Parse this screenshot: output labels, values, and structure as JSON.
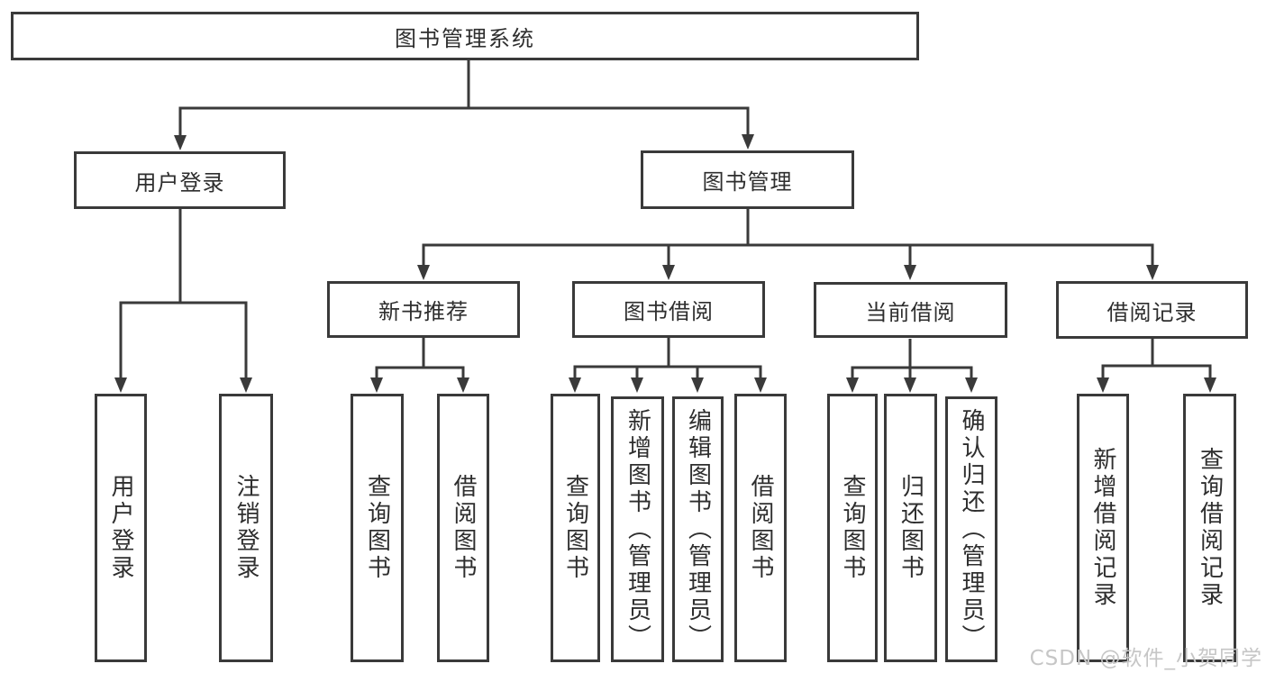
{
  "title": "图书管理系统",
  "colors": {
    "line": "#3a3a3a",
    "box_border": "#3a3a3a",
    "text": "#2e2e2e",
    "background": "#ffffff",
    "watermark": "#c6c6c6"
  },
  "nodes": {
    "root": {
      "label": "图书管理系统"
    },
    "userLogin": {
      "label": "用户登录",
      "children": {
        "login": {
          "label": "用户登录"
        },
        "logout": {
          "label": "注销登录"
        }
      }
    },
    "bookMgmt": {
      "label": "图书管理",
      "children": {
        "newBookRec": {
          "label": "新书推荐",
          "children": {
            "queryBooks": {
              "label": "查询图书"
            },
            "borrowBooks": {
              "label": "借阅图书"
            }
          }
        },
        "bookBorrow": {
          "label": "图书借阅",
          "children": {
            "queryBooks": {
              "label": "查询图书"
            },
            "addBooks": {
              "label": "新增图书（管理员）"
            },
            "editBooks": {
              "label": "编辑图书（管理员）"
            },
            "borrowBooks": {
              "label": "借阅图书"
            }
          }
        },
        "currentBorrow": {
          "label": "当前借阅",
          "children": {
            "queryBooks": {
              "label": "查询图书"
            },
            "returnBooks": {
              "label": "归还图书"
            },
            "confirmReturn": {
              "label": "确认归还（管理员）"
            }
          }
        },
        "borrowRecord": {
          "label": "借阅记录",
          "children": {
            "addRecord": {
              "label": "新增借阅记录"
            },
            "queryRecord": {
              "label": "查询借阅记录"
            }
          }
        }
      }
    }
  },
  "watermark": {
    "text": "CSDN @软件_小贺同学"
  }
}
